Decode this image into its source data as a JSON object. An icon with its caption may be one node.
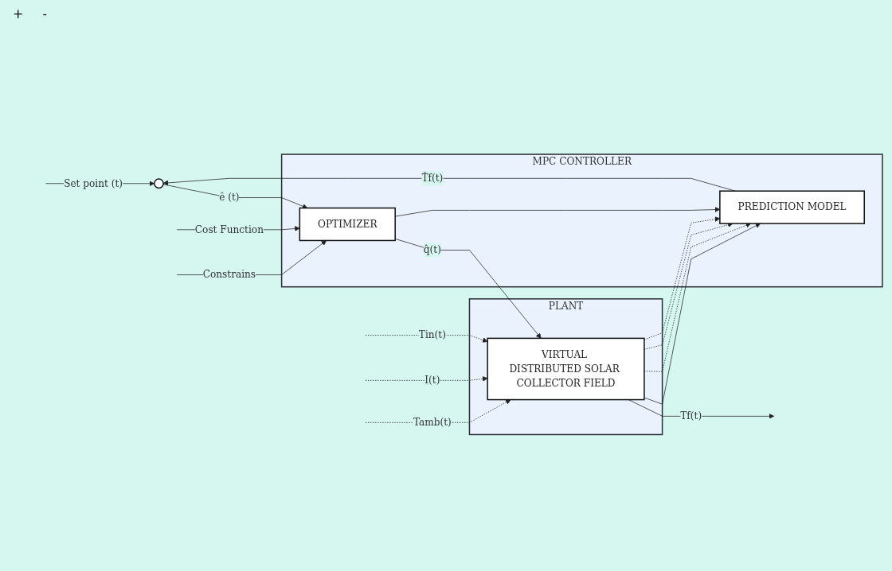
{
  "diagram": {
    "nodes": [
      {
        "text": [
          "MPC CONTROLLER"
        ]
      },
      {
        "text": [
          "OPTIMIZER"
        ],
        "in": 0
      },
      {
        "text": [
          "PREDICTION MODEL"
        ],
        "in": 0
      },
      {
        "text": [
          "PLANT"
        ]
      },
      {
        "text": [
          "VIRTUAL DISTRIBUTED SOLAR COLLECTOR FIELD"
        ],
        "in": 3
      },
      {
        "text": [],
        "shape": "circle"
      }
    ],
    "edges": [
      {
        "from": null,
        "to": 5,
        "arrow": "to",
        "label": "Set point (t)"
      },
      {
        "from": 5,
        "to": 1,
        "arrow": "to",
        "label": "ê (t)"
      },
      {
        "from": 1,
        "to": 4,
        "arrow": "to",
        "label": "q̂(t)"
      },
      {
        "from": 1,
        "to": 2,
        "arrow": "to"
      },
      {
        "from": 2,
        "to": 5,
        "arrow": "to",
        "label": "T̂f(t)"
      },
      {
        "from": null,
        "to": 1,
        "arrow": "to",
        "label": "Cost Function"
      },
      {
        "from": null,
        "to": 1,
        "arrow": "to",
        "label": "Constrains"
      },
      {
        "from": null,
        "to": 4,
        "arrow": "to",
        "label": "Tin(t)",
        "style": "dashed"
      },
      {
        "from": null,
        "to": 4,
        "arrow": "to",
        "label": "I(t)",
        "style": "dashed"
      },
      {
        "from": null,
        "to": 4,
        "arrow": "to",
        "label": "Tamb(t)",
        "style": "dashed"
      },
      {
        "from": 4,
        "to": null,
        "arrow": "to",
        "label": "Tf(t)"
      },
      {
        "from": 4,
        "to": 2,
        "arrow": "to"
      },
      {
        "from": 4,
        "to": 2,
        "arrow": "to",
        "style": "dashed"
      },
      {
        "from": 4,
        "to": 2,
        "arrow": "to",
        "style": "dashed"
      },
      {
        "from": 4,
        "to": 2,
        "arrow": "to",
        "style": "dashed"
      }
    ],
    "labels": [
      "+",
      "-"
    ]
  }
}
